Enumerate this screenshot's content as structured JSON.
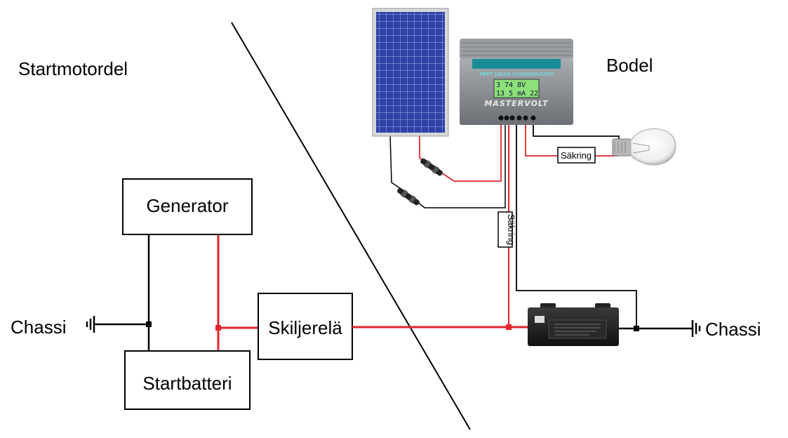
{
  "labels": {
    "startmotordel": "Startmotordel",
    "bodel": "Bodel",
    "chassi_left": "Chassi",
    "chassi_right": "Chassi",
    "generator": "Generator",
    "startbatteri": "Startbatteri",
    "skiljerela": "Skiljerelä",
    "fuse_lamp": "Säkring",
    "fuse_vertical": "Säkring"
  },
  "controller": {
    "brand": "MASTERVOLT",
    "header": "MPPT SOLAR CHARGEMASTER",
    "lcd_line1": "3 74 8V",
    "lcd_line2": "13 5 mA 22"
  },
  "colors": {
    "positive_wire": "#e0242c",
    "negative_wire": "#111111",
    "panel_blue": "#2d3f9a",
    "controller_body": "#8c8f94",
    "lcd_green": "#8ee07a"
  }
}
